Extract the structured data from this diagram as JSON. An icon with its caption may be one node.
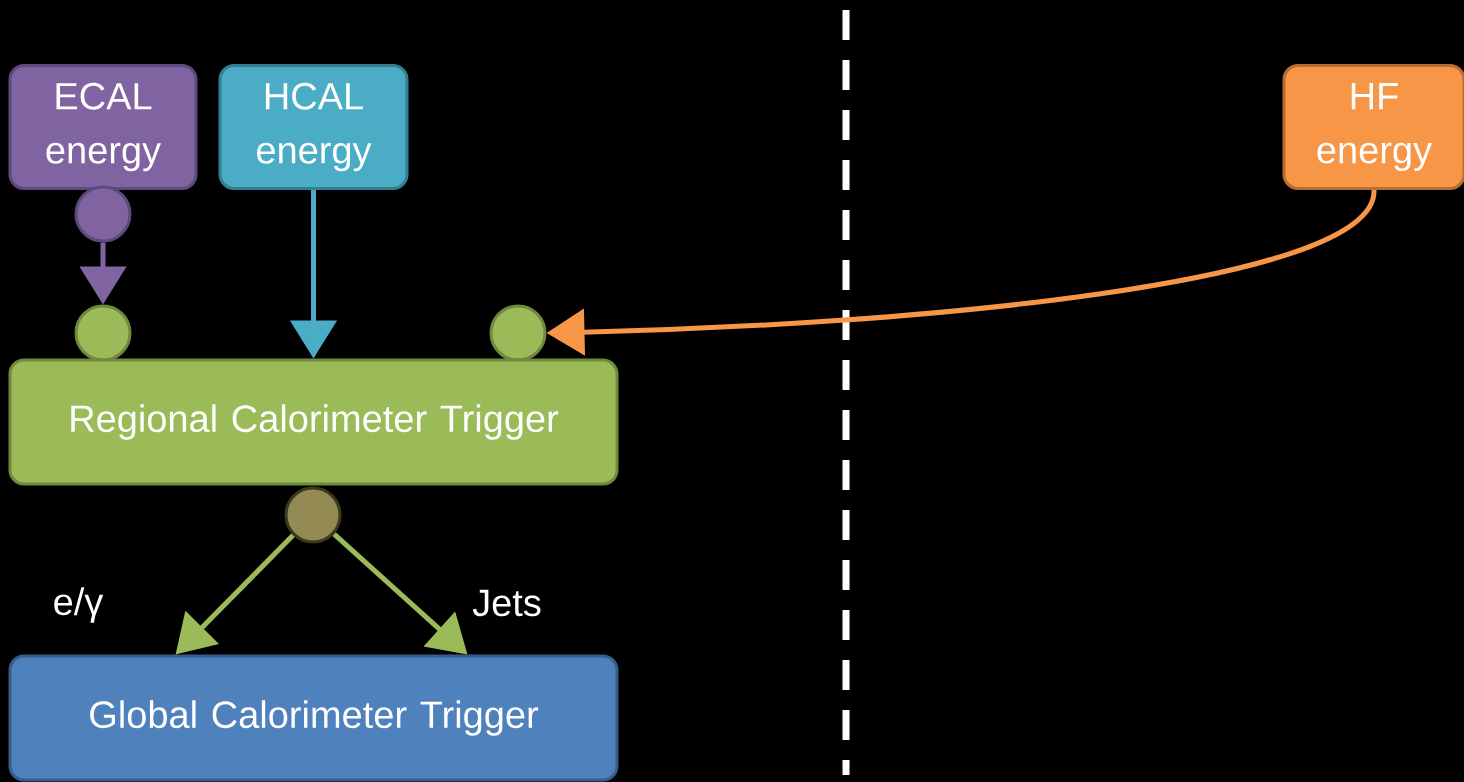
{
  "diagram": {
    "nodes": [
      {
        "text": [
          "ECAL energy"
        ]
      },
      {
        "text": [
          "HCAL energy"
        ]
      },
      {
        "text": [
          "HF energy"
        ]
      },
      {
        "text": [],
        "shape": "circle"
      },
      {
        "text": [],
        "shape": "circle"
      },
      {
        "text": [],
        "shape": "circle"
      },
      {
        "text": [
          "Regional Calorimeter Trigger"
        ]
      },
      {
        "text": [],
        "shape": "circle"
      },
      {
        "text": [
          "Global Calorimeter Trigger"
        ]
      }
    ],
    "edges": [
      {
        "from": 3,
        "to": 4,
        "arrow": "to",
        "color": "#8064a2"
      },
      {
        "from": 1,
        "to": 6,
        "arrow": "to",
        "color": "#4bacc6"
      },
      {
        "from": 2,
        "to": 5,
        "arrow": "to",
        "color": "#f79646"
      },
      {
        "from": 7,
        "to": 8,
        "arrow": "to",
        "label": "e/γ",
        "color": "#9bbb59"
      },
      {
        "from": 7,
        "to": 8,
        "arrow": "to",
        "label": "Jets",
        "color": "#9bbb59"
      }
    ]
  }
}
